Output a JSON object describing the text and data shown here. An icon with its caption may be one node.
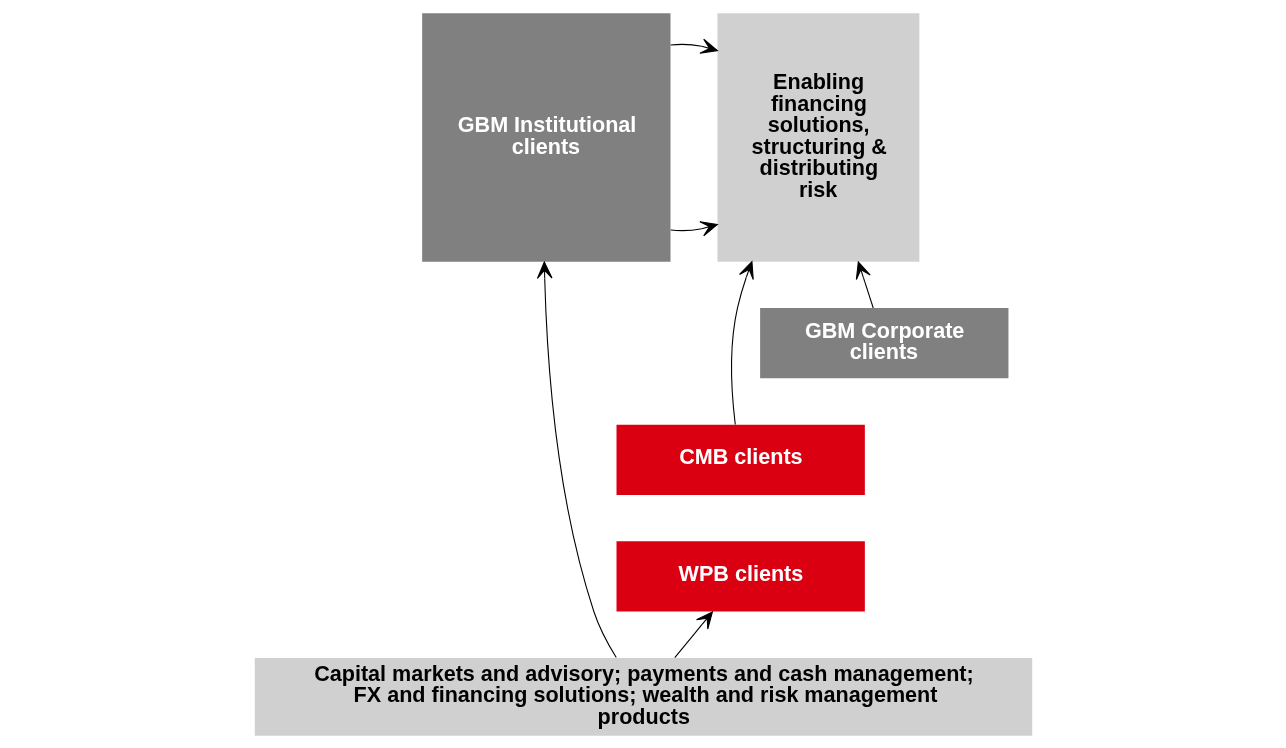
{
  "diagram": {
    "nodes": [
      {
        "text": [
          "GBM Institutional clients"
        ]
      },
      {
        "text": [
          "Enabling financing solutions, structuring & distributing risk"
        ]
      },
      {
        "text": [
          "GBM Corporate clients"
        ]
      },
      {
        "text": [
          "CMB clients"
        ]
      },
      {
        "text": [
          "WPB clients"
        ]
      },
      {
        "text": [
          "Capital markets and advisory; payments and cash management; FX and financing solutions; wealth and risk management products"
        ]
      }
    ],
    "edges": [
      {
        "from": 0,
        "to": 1,
        "arrow": "to"
      },
      {
        "from": 0,
        "to": 1,
        "arrow": "to"
      },
      {
        "from": 2,
        "to": 1,
        "arrow": "to"
      },
      {
        "from": 3,
        "to": 1,
        "arrow": "to"
      },
      {
        "from": 5,
        "to": 0,
        "arrow": "to"
      },
      {
        "from": 5,
        "to": 4,
        "arrow": "to"
      }
    ]
  }
}
